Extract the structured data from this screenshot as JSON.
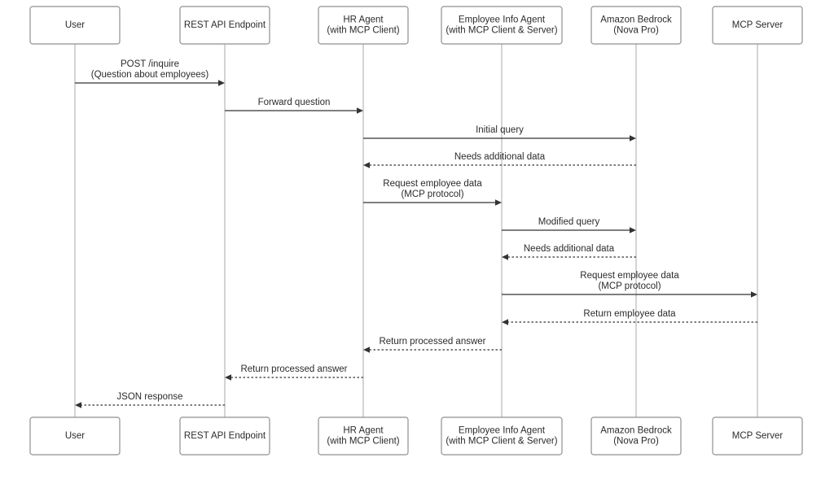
{
  "actors": [
    {
      "id": "user",
      "lines": [
        "User"
      ]
    },
    {
      "id": "rest",
      "lines": [
        "REST API Endpoint"
      ]
    },
    {
      "id": "hr",
      "lines": [
        "HR Agent",
        "(with MCP Client)"
      ]
    },
    {
      "id": "emp",
      "lines": [
        "Employee Info Agent",
        "(with MCP Client & Server)"
      ]
    },
    {
      "id": "bedrock",
      "lines": [
        "Amazon Bedrock",
        "(Nova Pro)"
      ]
    },
    {
      "id": "mcp",
      "lines": [
        "MCP Server"
      ]
    }
  ],
  "messages": [
    {
      "from": "user",
      "to": "rest",
      "style": "solid",
      "lines": [
        "POST /inquire",
        "(Question about employees)"
      ]
    },
    {
      "from": "rest",
      "to": "hr",
      "style": "solid",
      "lines": [
        "Forward question"
      ]
    },
    {
      "from": "hr",
      "to": "bedrock",
      "style": "solid",
      "lines": [
        "Initial query"
      ]
    },
    {
      "from": "bedrock",
      "to": "hr",
      "style": "dashed",
      "lines": [
        "Needs additional data"
      ]
    },
    {
      "from": "hr",
      "to": "emp",
      "style": "solid",
      "lines": [
        "Request employee data",
        "(MCP protocol)"
      ]
    },
    {
      "from": "emp",
      "to": "bedrock",
      "style": "solid",
      "lines": [
        "Modified query"
      ]
    },
    {
      "from": "bedrock",
      "to": "emp",
      "style": "dashed",
      "lines": [
        "Needs additional data"
      ]
    },
    {
      "from": "emp",
      "to": "mcp",
      "style": "solid",
      "lines": [
        "Request employee data",
        "(MCP protocol)"
      ]
    },
    {
      "from": "mcp",
      "to": "emp",
      "style": "dashed",
      "lines": [
        "Return employee data"
      ]
    },
    {
      "from": "emp",
      "to": "hr",
      "style": "dashed",
      "lines": [
        "Return processed answer"
      ]
    },
    {
      "from": "hr",
      "to": "rest",
      "style": "dashed",
      "lines": [
        "Return processed answer"
      ]
    },
    {
      "from": "rest",
      "to": "user",
      "style": "dashed",
      "lines": [
        "JSON response"
      ]
    }
  ]
}
